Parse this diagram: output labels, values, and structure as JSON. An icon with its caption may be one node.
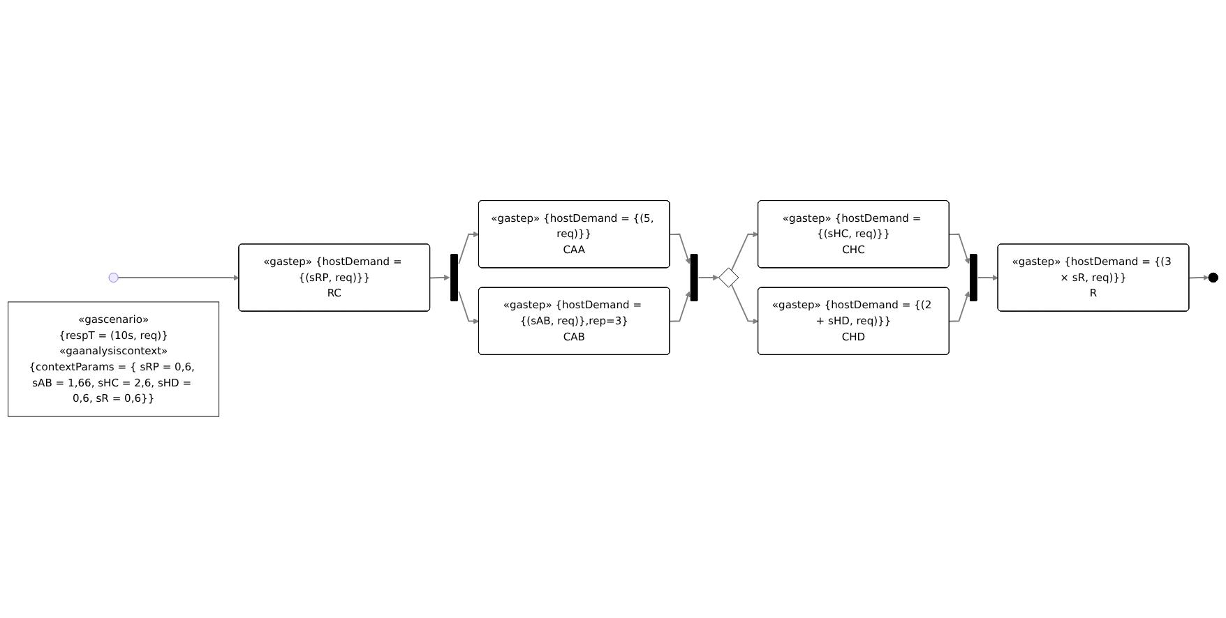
{
  "diagram": {
    "nodes": [
      {
        "text": [],
        "shape": "circle"
      },
      {
        "text": [
          "«gastep» {hostDemand = {(sRP, req)}}",
          "RC"
        ]
      },
      {
        "text": [],
        "shape": "bar"
      },
      {
        "text": [
          "«gastep» {hostDemand = {(5, req)}}",
          "CAA"
        ]
      },
      {
        "text": [
          "«gastep» {hostDemand = {(sAB, req)},rep=3}",
          "CAB"
        ]
      },
      {
        "text": [],
        "shape": "bar"
      },
      {
        "text": [],
        "shape": "diamond"
      },
      {
        "text": [
          "«gastep» {hostDemand = {(sHC, req)}}",
          "CHC"
        ]
      },
      {
        "text": [
          "«gastep» {hostDemand = {(2 + sHD, req)}}",
          "CHD"
        ]
      },
      {
        "text": [],
        "shape": "bar"
      },
      {
        "text": [
          "«gastep» {hostDemand = {(3 × sR, req)}}",
          "R"
        ]
      },
      {
        "text": [],
        "shape": "circle"
      },
      {
        "text": [
          "«gascenario»",
          "{respT = (10s, req)}",
          "«gaanalysiscontext»",
          "{contextParams = { sRP = 0,6, sAB = 1,66, sHC = 2,6, sHD = 0,6, sR = 0,6}}"
        ]
      }
    ],
    "edges": [
      {
        "from": 0,
        "to": 1,
        "arrow": "to"
      },
      {
        "from": 1,
        "to": 2,
        "arrow": "to"
      },
      {
        "from": 2,
        "to": 3,
        "arrow": "to"
      },
      {
        "from": 2,
        "to": 4,
        "arrow": "to"
      },
      {
        "from": 3,
        "to": 5,
        "arrow": "to"
      },
      {
        "from": 4,
        "to": 5,
        "arrow": "to"
      },
      {
        "from": 5,
        "to": 6,
        "arrow": "to"
      },
      {
        "from": 6,
        "to": 7,
        "arrow": "to"
      },
      {
        "from": 6,
        "to": 8,
        "arrow": "to"
      },
      {
        "from": 7,
        "to": 9,
        "arrow": "to"
      },
      {
        "from": 8,
        "to": 9,
        "arrow": "to"
      },
      {
        "from": 9,
        "to": 10,
        "arrow": "to"
      },
      {
        "from": 10,
        "to": 11,
        "arrow": "to"
      }
    ]
  }
}
